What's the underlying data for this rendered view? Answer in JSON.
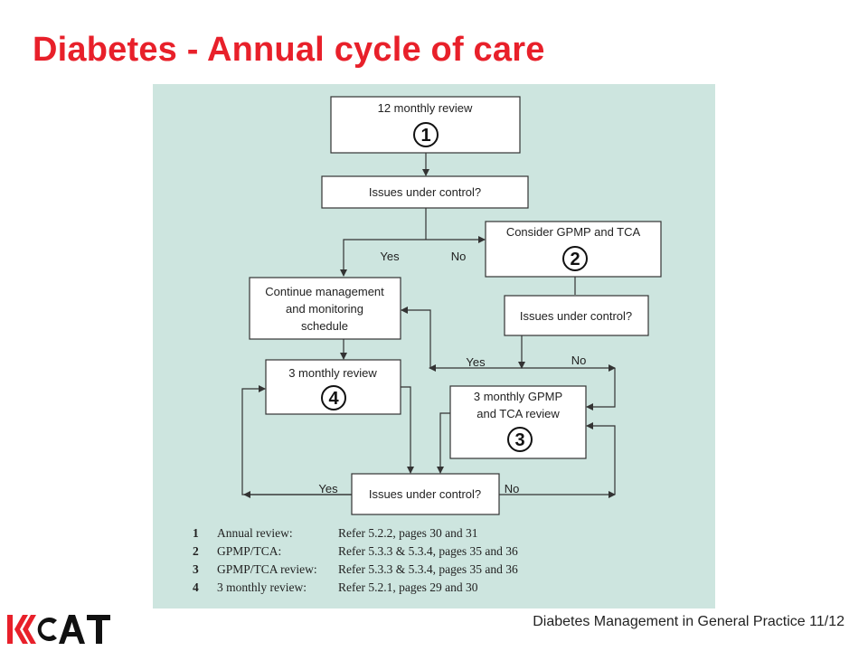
{
  "slide": {
    "title": "Diabetes - Annual cycle of care",
    "footer": "Diabetes Management in General Practice 11/12",
    "logo_text": "KCAT",
    "brand_color": "#e8202a",
    "panel_color": "#cde5df"
  },
  "flowchart": {
    "nodes": {
      "review12": {
        "line1": "12 monthly review",
        "step": "1"
      },
      "q1": {
        "text": "Issues under control?"
      },
      "gpmp": {
        "line1": "Consider GPMP and TCA",
        "step": "2"
      },
      "continue": {
        "line1": "Continue management",
        "line2": "and monitoring",
        "line3": "schedule"
      },
      "q2": {
        "text": "Issues under control?"
      },
      "review3": {
        "line1": "3 monthly review",
        "step": "4"
      },
      "gpmp3": {
        "line1": "3 monthly GPMP",
        "line2": "and TCA review",
        "step": "3"
      },
      "q3": {
        "text": "Issues under control?"
      }
    },
    "labels": {
      "yes1": "Yes",
      "no1": "No",
      "yes2": "Yes",
      "no2": "No",
      "yes3": "Yes",
      "no3": "No"
    }
  },
  "legend": [
    {
      "num": "1",
      "label": "Annual review:",
      "ref": "Refer 5.2.2, pages 30 and 31"
    },
    {
      "num": "2",
      "label": "GPMP/TCA:",
      "ref": "Refer 5.3.3 & 5.3.4, pages 35 and 36"
    },
    {
      "num": "3",
      "label": "GPMP/TCA review:",
      "ref": "Refer 5.3.3 & 5.3.4, pages 35 and 36"
    },
    {
      "num": "4",
      "label": "3 monthly review:",
      "ref": "Refer 5.2.1, pages 29 and 30"
    }
  ]
}
